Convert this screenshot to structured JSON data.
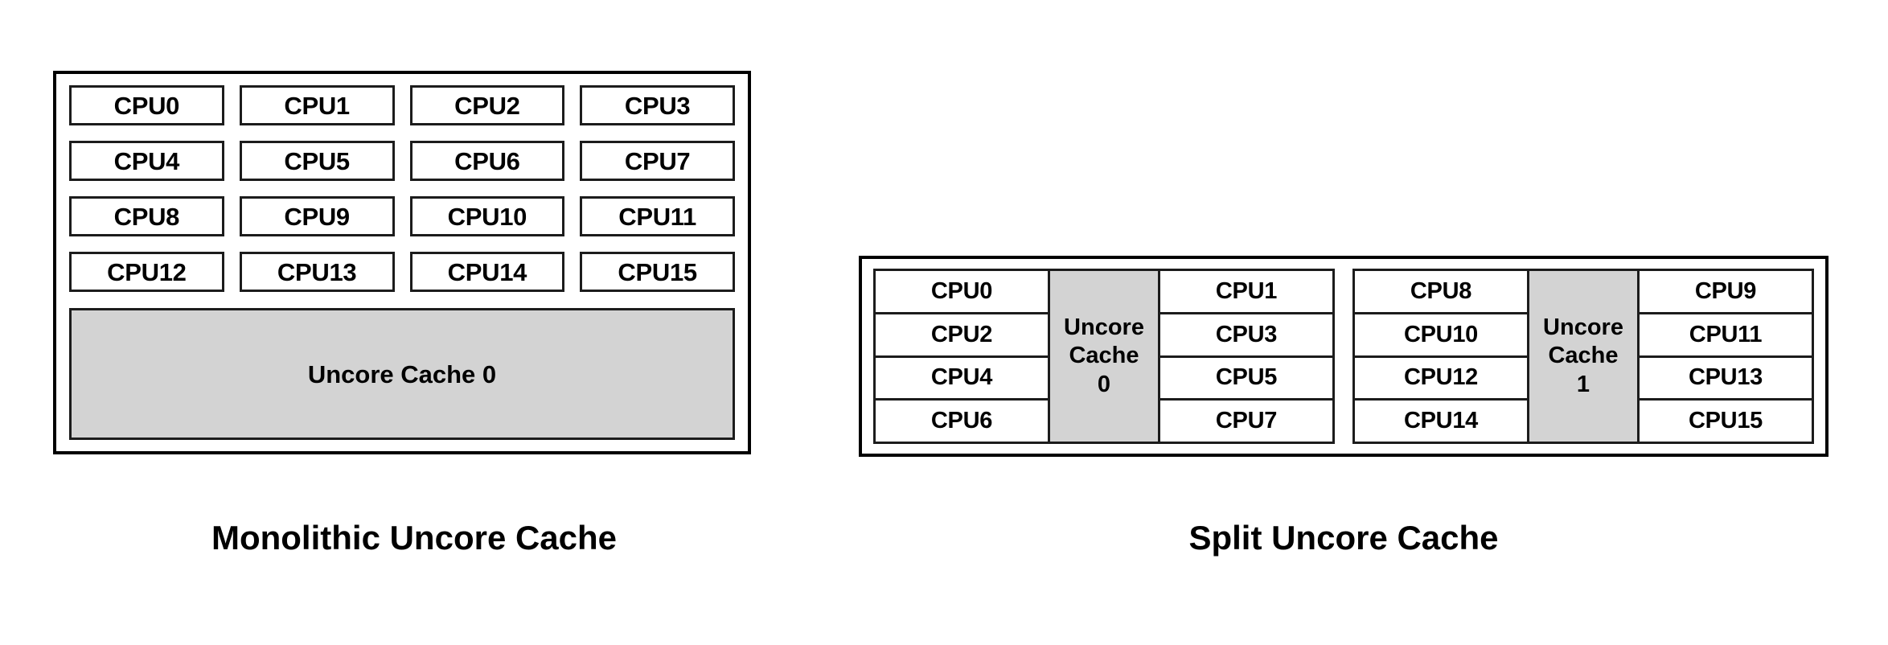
{
  "diagram": {
    "title_semantics": "uncore-cache-topology-comparison",
    "colors": {
      "cache_fill": "#d3d3d3",
      "cell_fill": "#ffffff",
      "border": "#1c1c1c",
      "frame": "#000000",
      "text": "#000000",
      "background": "#ffffff"
    }
  },
  "monolithic": {
    "caption": "Monolithic Uncore Cache",
    "rows": [
      [
        "CPU0",
        "CPU1",
        "CPU2",
        "CPU3"
      ],
      [
        "CPU4",
        "CPU5",
        "CPU6",
        "CPU7"
      ],
      [
        "CPU8",
        "CPU9",
        "CPU10",
        "CPU11"
      ],
      [
        "CPU12",
        "CPU13",
        "CPU14",
        "CPU15"
      ]
    ],
    "cache_label": "Uncore Cache 0"
  },
  "split": {
    "caption": "Split Uncore Cache",
    "groups": [
      {
        "left_column": [
          "CPU0",
          "CPU2",
          "CPU4",
          "CPU6"
        ],
        "cache_line1": "Uncore",
        "cache_line2": "Cache",
        "cache_line3": "0",
        "right_column": [
          "CPU1",
          "CPU3",
          "CPU5",
          "CPU7"
        ]
      },
      {
        "left_column": [
          "CPU8",
          "CPU10",
          "CPU12",
          "CPU14"
        ],
        "cache_line1": "Uncore",
        "cache_line2": "Cache",
        "cache_line3": "1",
        "right_column": [
          "CPU9",
          "CPU11",
          "CPU13",
          "CPU15"
        ]
      }
    ]
  }
}
